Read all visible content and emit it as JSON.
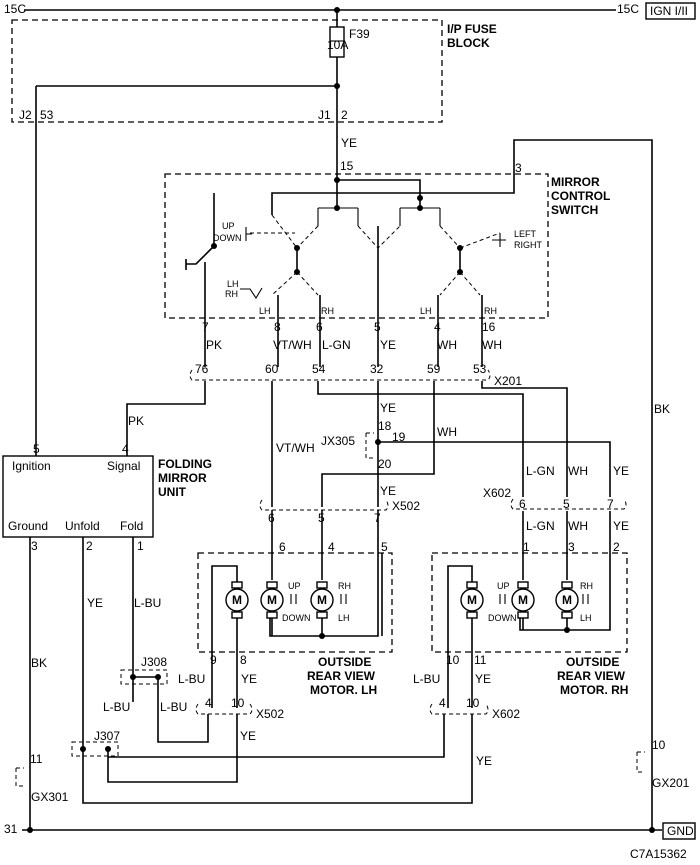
{
  "power": {
    "left": "15C",
    "right": "15C",
    "ign_label": "IGN I/II"
  },
  "fuse_block": {
    "title_1": "I/P FUSE",
    "title_2": "BLOCK",
    "fuse": "F39",
    "rating": "10A",
    "pin_j2": "J2",
    "pin_53": "53",
    "pin_j1": "J1",
    "pin_2": "2"
  },
  "wire_colors": {
    "ye": "YE",
    "pk": "PK",
    "vtwh": "VT/WH",
    "lgn": "L-GN",
    "wh": "WH",
    "bk": "BK",
    "lbu": "L-BU"
  },
  "switch": {
    "title_1": "MIRROR",
    "title_2": "CONTROL",
    "title_3": "SWITCH",
    "pin_15": "15",
    "pin_3": "3",
    "up": "UP",
    "down": "DOWN",
    "left": "LEFT",
    "right": "RIGHT",
    "lh": "LH",
    "rh": "RH",
    "pins": [
      "7",
      "8",
      "6",
      "5",
      "4",
      "16"
    ]
  },
  "x201": {
    "label": "X201",
    "pins": [
      "76",
      "60",
      "54",
      "32",
      "59",
      "53"
    ]
  },
  "folding": {
    "title_1": "FOLDING",
    "title_2": "MIRROR",
    "title_3": "UNIT",
    "ignition": "Ignition",
    "signal": "Signal",
    "ground": "Ground",
    "unfold": "Unfold",
    "fold": "Fold",
    "pin_5": "5",
    "pin_4": "4",
    "pin_3": "3",
    "pin_2": "2",
    "pin_1": "1"
  },
  "jx305": {
    "label": "JX305",
    "pin_18": "18",
    "pin_19": "19",
    "pin_20": "20"
  },
  "x502": {
    "label": "X502",
    "top_pins": [
      "6",
      "5",
      "7"
    ],
    "bottom_pins": [
      "4",
      "10"
    ]
  },
  "x602": {
    "label": "X602",
    "top_pins": [
      "6",
      "5",
      "7"
    ],
    "bottom_pins": [
      "4",
      "10"
    ]
  },
  "motor_lh": {
    "title_1": "OUTSIDE",
    "title_2": "REAR VIEW",
    "title_3": "MOTOR. LH",
    "pins_top": [
      "6",
      "4",
      "5"
    ],
    "pins_bottom": [
      "9",
      "8"
    ]
  },
  "motor_rh": {
    "title_1": "OUTSIDE",
    "title_2": "REAR VIEW",
    "title_3": "MOTOR. RH",
    "pins_top": [
      "1",
      "3",
      "2"
    ],
    "pins_bottom": [
      "10",
      "11"
    ]
  },
  "motor_symbol": "M",
  "j308": {
    "label": "J308"
  },
  "j307": {
    "label": "J307"
  },
  "gx301": {
    "label": "GX301",
    "pin": "11"
  },
  "gx201": {
    "label": "GX201",
    "pin": "10"
  },
  "ground": {
    "pin": "31",
    "label": "GND"
  },
  "code": "C7A15362"
}
